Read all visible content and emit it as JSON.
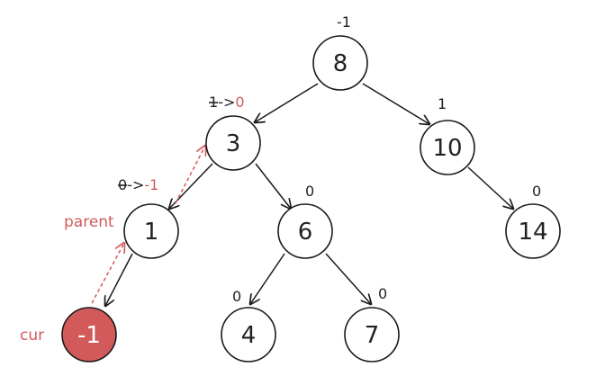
{
  "colors": {
    "accent": "#d35a5a",
    "stroke": "#1a1a1a",
    "text": "#222222"
  },
  "nodes": {
    "n8": {
      "label": "8",
      "bf": "-1"
    },
    "n3": {
      "label": "3",
      "bf_old": "1",
      "bf_arrow": "->",
      "bf_new": "0"
    },
    "n10": {
      "label": "10",
      "bf": "1"
    },
    "n1": {
      "label": "1",
      "bf_old": "0",
      "bf_arrow": "->",
      "bf_new": "-1"
    },
    "n6": {
      "label": "6",
      "bf": "0"
    },
    "n14": {
      "label": "14",
      "bf": "0"
    },
    "nm1": {
      "label": "-1"
    },
    "n4": {
      "label": "4",
      "bf": "0"
    },
    "n7": {
      "label": "7",
      "bf": "0"
    }
  },
  "annotations": {
    "parent": "parent",
    "cur": "cur"
  }
}
